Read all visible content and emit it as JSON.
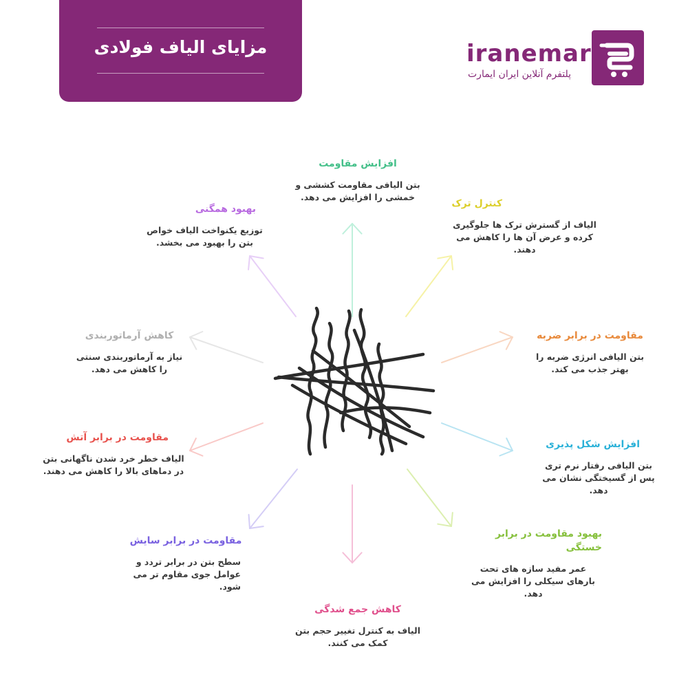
{
  "title": "مزایای الیاف فولادی",
  "logo": {
    "word": "iranemart",
    "tagline": "پلتفرم آنلاین ایران ایمارت",
    "color": "#852877"
  },
  "benefits": [
    {
      "title": "افزایش مقاومت",
      "text": "بتن الیافی مقاومت کششی و خمشی را افزایش می دهد.",
      "color": "#45c08a"
    },
    {
      "title": "کنترل ترک",
      "text": "الیاف از گسترش ترک ها جلوگیری کرده و عرض آن ها را کاهش می دهند.",
      "color": "#dccf2b"
    },
    {
      "title": "مقاومت در برابر ضربه",
      "text": "بتن الیافی انرژی ضربه را بهتر جذب می کند.",
      "color": "#e88a3c"
    },
    {
      "title": "افزایش شکل پذیری",
      "text": "بتن الیافی رفتار نرم تری پس از گسیختگی نشان می دهد.",
      "color": "#2ab1d8"
    },
    {
      "title": "بهبود مقاومت در برابر خستگی",
      "text": "عمر مفید سازه های تحت بارهای سیکلی را افزایش می دهد.",
      "color": "#86c03c"
    },
    {
      "title": "کاهش جمع شدگی",
      "text": "الیاف به کنترل تغییر حجم بتن کمک می کنند.",
      "color": "#e0508c"
    },
    {
      "title": "مقاومت در برابر سایش",
      "text": "سطح بتن در برابر تردد و عوامل جوی مقاوم تر می شود.",
      "color": "#7a62e0"
    },
    {
      "title": "مقاومت در برابر آتش",
      "text": "الیاف خطر خرد شدن ناگهانی بتن در دماهای بالا را کاهش می دهند.",
      "color": "#e8534e"
    },
    {
      "title": "کاهش آرماتوربندی",
      "text": "نیاز به آرماتوربندی سنتی را کاهش می دهد.",
      "color": "#b0b0b0"
    },
    {
      "title": "بهبود همگنی",
      "text": "توزیع یکنواخت الیاف خواص بتن را بهبود می بخشد.",
      "color": "#b86ae0"
    }
  ],
  "arrow_colors": [
    "#bff0dc",
    "#f6f2a6",
    "#f9d7c2",
    "#b8e4f2",
    "#dcefb0",
    "#f5bfd8",
    "#d4cdf6",
    "#f9c9c7",
    "#e6e6e6",
    "#e7cff7"
  ]
}
